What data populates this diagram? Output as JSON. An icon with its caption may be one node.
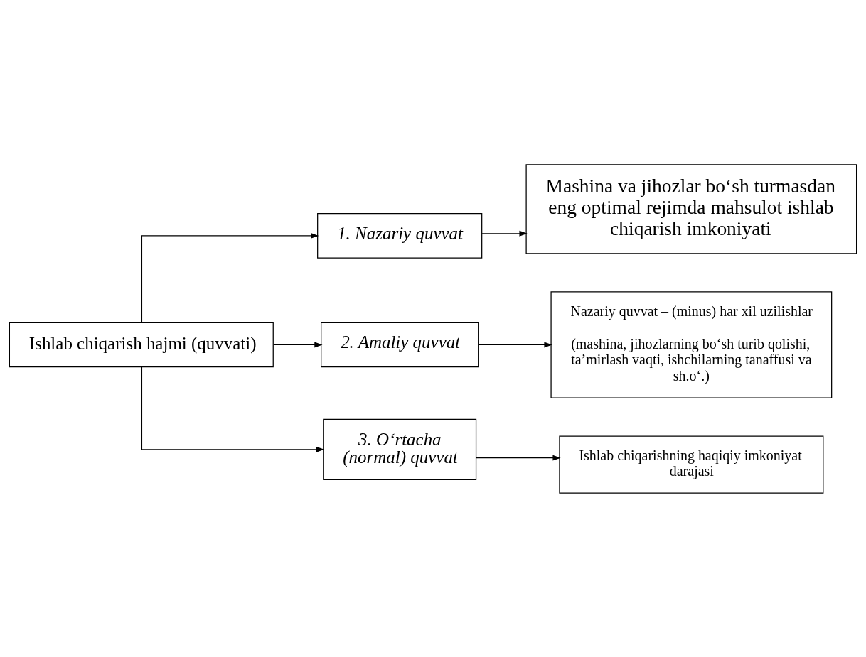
{
  "diagram": {
    "nodes": [
      {
        "text": [
          "Ishlab chiqarish hajmi (quvvati)"
        ]
      },
      {
        "text": [
          "1. Nazariy quvvat"
        ]
      },
      {
        "text": [
          "Mashina va jihozlar bo‘sh turmasdan eng optimal rejimda mahsulot ishlab chiqarish imkoniyati"
        ]
      },
      {
        "text": [
          "2. Amaliy quvvat"
        ]
      },
      {
        "text": [
          "Nazariy quvvat – (minus) har xil uzilishlar",
          "(mashina, jihozlarning bo‘sh turib qolishi, ta’mirlash vaqti, ishchilarning tanaffusi va sh.o‘.)"
        ]
      },
      {
        "text": [
          "3. O‘rtacha (normal) quvvat"
        ]
      },
      {
        "text": [
          "Ishlab chiqarishning haqiqiy imkoniyat darajasi"
        ]
      }
    ],
    "edges": [
      {
        "from": 0,
        "to": 1,
        "arrow": "to"
      },
      {
        "from": 0,
        "to": 3,
        "arrow": "to"
      },
      {
        "from": 0,
        "to": 5,
        "arrow": "to"
      },
      {
        "from": 1,
        "to": 2,
        "arrow": "to"
      },
      {
        "from": 3,
        "to": 4,
        "arrow": "to"
      },
      {
        "from": 5,
        "to": 6,
        "arrow": "to"
      }
    ]
  }
}
